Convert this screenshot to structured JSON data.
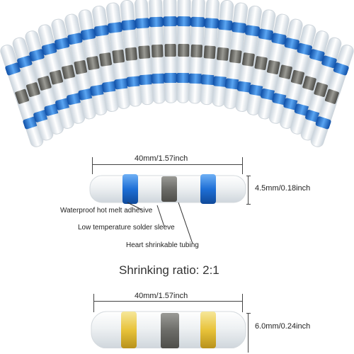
{
  "top_connector": {
    "length_label": "40mm/1.57inch",
    "diameter_label": "4.5mm/0.18inch",
    "ring_color": "#1e6fd6"
  },
  "annotations": {
    "adhesive": "Waterproof hot melt adhesive",
    "sleeve": "Low temperature solder sleeve",
    "tubing": "Heart shrinkable tubing"
  },
  "ratio_label": "Shrinking ratio: 2:1",
  "bottom_connector": {
    "length_label": "40mm/1.57inch",
    "diameter_label": "6.0mm/0.24inch",
    "ring_color": "#e8c33a"
  }
}
